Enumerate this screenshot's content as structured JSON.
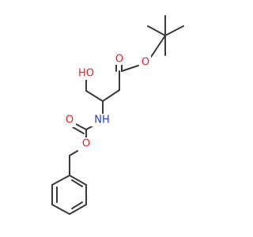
{
  "colors": {
    "bond": "#3a3a3a",
    "oxygen": "#e8202a",
    "nitrogen": "#1e3fd6",
    "background": "#ffffff"
  },
  "atoms": {
    "oh": {
      "text": "HO",
      "element": "O"
    },
    "o_carbonyl_ester": {
      "text": "O",
      "element": "O"
    },
    "o_ester": {
      "text": "O",
      "element": "O"
    },
    "nh": {
      "text": "NH",
      "element": "N"
    },
    "o_carbonyl_carbamate": {
      "text": "O",
      "element": "O"
    },
    "o_carbamate": {
      "text": "O",
      "element": "O"
    }
  }
}
